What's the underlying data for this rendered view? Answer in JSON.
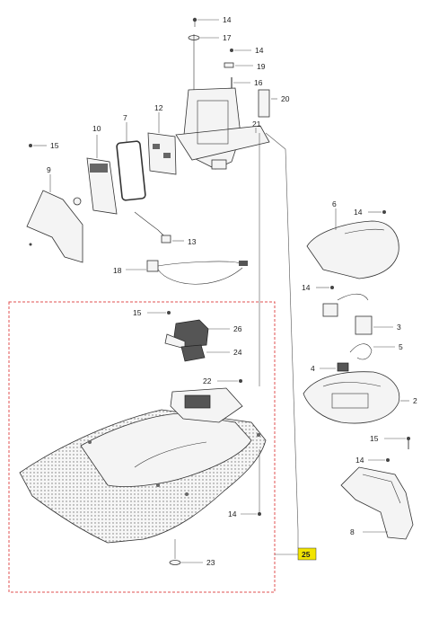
{
  "callouts": {
    "c14a": "14",
    "c17": "17",
    "c14b": "14",
    "c19": "19",
    "c16": "16",
    "c20": "20",
    "c21": "21",
    "c12": "12",
    "c7": "7",
    "c10": "10",
    "c15a": "15",
    "c9": "9",
    "c13": "13",
    "c18": "18",
    "c6": "6",
    "c14c": "14",
    "c14d": "14",
    "c3": "3",
    "c5": "5",
    "c4": "4",
    "c2": "2",
    "c15b": "15",
    "c26": "26",
    "c24": "24",
    "c22": "22",
    "c14e": "14",
    "c23": "23",
    "c15c": "15",
    "c14f": "14",
    "c8": "8",
    "c25": "25"
  },
  "colors": {
    "group_frame": "#e05050",
    "badge_fill": "#f2e400",
    "line": "#333333"
  }
}
